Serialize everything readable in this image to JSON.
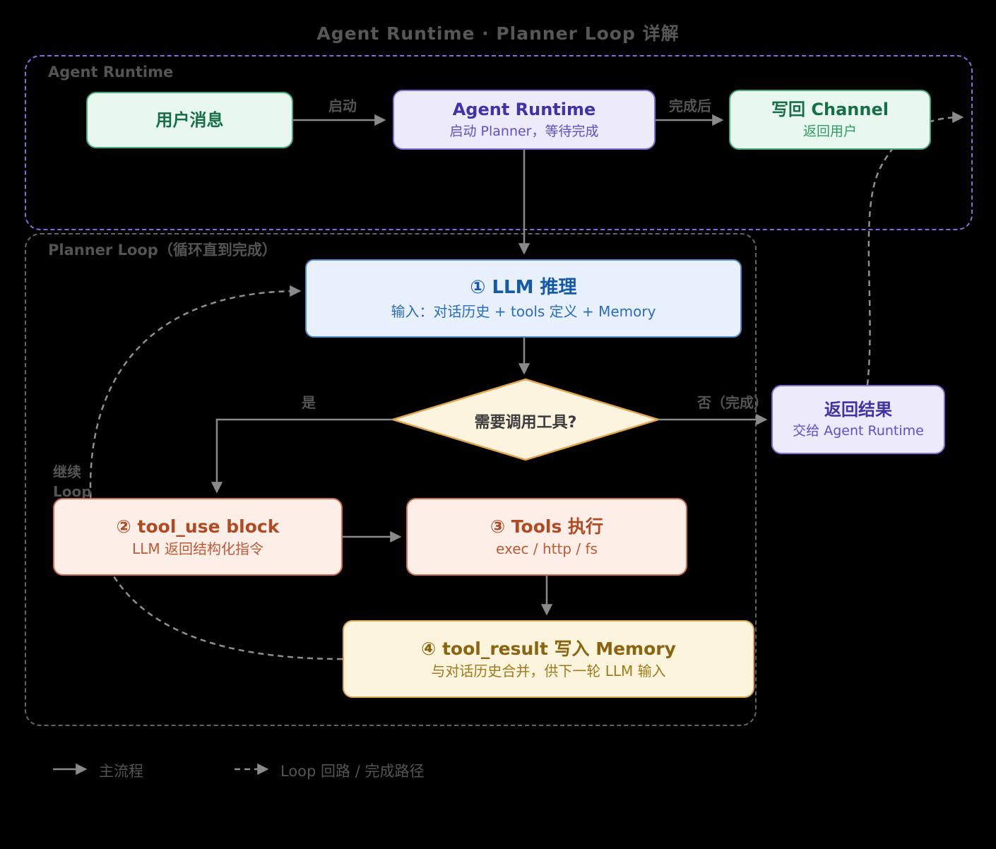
{
  "title": "Agent Runtime · Planner Loop 详解",
  "agent_section": {
    "label": "Agent Runtime",
    "user_message": {
      "title": "用户消息"
    },
    "runtime": {
      "title": "Agent Runtime",
      "subtitle": "启动 Planner，等待完成"
    },
    "write_back": {
      "title": "写回 Channel",
      "subtitle": "返回用户"
    },
    "start_label": "启动",
    "done_label": "完成后"
  },
  "planner_section": {
    "label": "Planner Loop（循环直到完成）",
    "llm": {
      "title": "① LLM 推理",
      "subtitle": "输入：对话历史 + tools 定义 + Memory"
    },
    "decision": {
      "title": "需要调用工具?"
    },
    "yes_label": "是",
    "no_label": "否（完成）",
    "continue_line1": "继续",
    "continue_line2": "Loop",
    "tool_use": {
      "title": "② tool_use block",
      "subtitle": "LLM 返回结构化指令"
    },
    "tools_exec": {
      "title": "③ Tools 执行",
      "subtitle": "exec / http / fs"
    },
    "tool_result": {
      "title": "④ tool_result 写入 Memory",
      "subtitle": "与对话历史合并，供下一轮 LLM 输入"
    },
    "return_result": {
      "title": "返回结果",
      "subtitle": "交给 Agent Runtime"
    }
  },
  "legend": {
    "main_flow": "主流程",
    "loop_path": "Loop 回路 / 完成路径"
  },
  "colors": {
    "background": "#000000",
    "label_text": "#545454",
    "arrow": "#8a8a8a",
    "green_fill": "#e9f8ef",
    "green_border": "#46a97c",
    "green_text": "#176f48",
    "purple_fill": "#edebfb",
    "purple_border": "#7e71d6",
    "purple_text": "#3f33a6",
    "blue_fill": "#e8f1fb",
    "blue_border": "#5189c9",
    "blue_text": "#155aa9",
    "orange_fill": "#fdeee7",
    "orange_border": "#cd7051",
    "orange_text": "#b04a22",
    "amber_fill": "#fdf4dd",
    "amber_border": "#e0a750",
    "amber_text": "#8a6410"
  }
}
